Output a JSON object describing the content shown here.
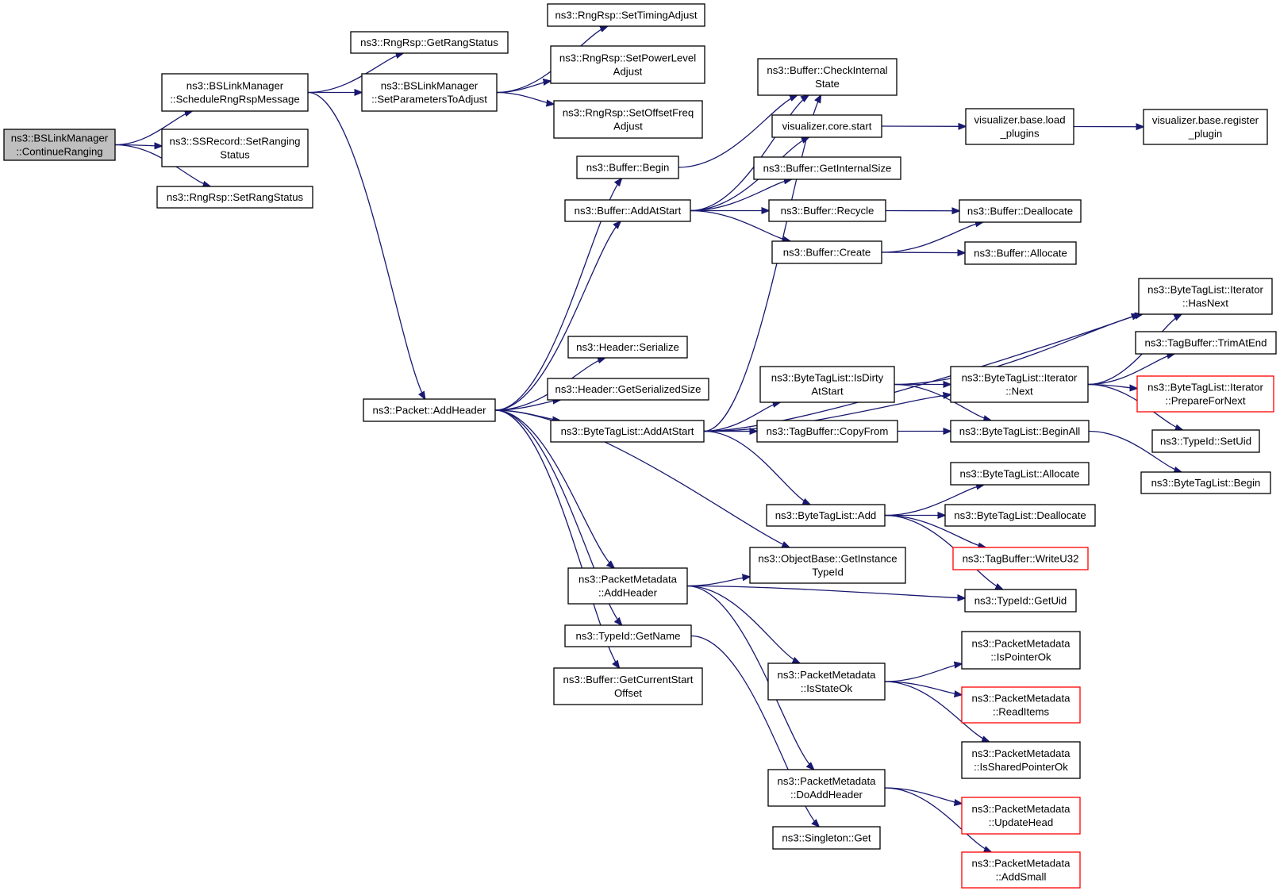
{
  "graph": {
    "nodes": [
      {
        "id": "n0",
        "name": "node-bslinkmanager-continueranging",
        "lines": [
          "ns3::BSLinkManager",
          "::ContinueRanging"
        ],
        "root": true
      },
      {
        "id": "n1",
        "name": "node-bslinkmanager-schedulerngrspmessage",
        "lines": [
          "ns3::BSLinkManager",
          "::ScheduleRngRspMessage"
        ]
      },
      {
        "id": "n2",
        "name": "node-ssrecord-setrangingstatus",
        "lines": [
          "ns3::SSRecord::SetRanging",
          "Status"
        ]
      },
      {
        "id": "n3",
        "name": "node-rngrsp-setrangstatus",
        "lines": [
          "ns3::RngRsp::SetRangStatus"
        ]
      },
      {
        "id": "n4",
        "name": "node-rngrsp-getrangstatus",
        "lines": [
          "ns3::RngRsp::GetRangStatus"
        ]
      },
      {
        "id": "n5",
        "name": "node-bslinkmanager-setparameterstoadjust",
        "lines": [
          "ns3::BSLinkManager",
          "::SetParametersToAdjust"
        ]
      },
      {
        "id": "n6",
        "name": "node-packet-addheader",
        "lines": [
          "ns3::Packet::AddHeader"
        ]
      },
      {
        "id": "n7",
        "name": "node-rngrsp-settimingadjust",
        "lines": [
          "ns3::RngRsp::SetTimingAdjust"
        ]
      },
      {
        "id": "n8",
        "name": "node-rngrsp-setpowerleveladjust",
        "lines": [
          "ns3::RngRsp::SetPowerLevel",
          "Adjust"
        ]
      },
      {
        "id": "n9",
        "name": "node-rngrsp-setoffsetfreqadjust",
        "lines": [
          "ns3::RngRsp::SetOffsetFreq",
          "Adjust"
        ]
      },
      {
        "id": "n10",
        "name": "node-buffer-begin",
        "lines": [
          "ns3::Buffer::Begin"
        ]
      },
      {
        "id": "n11",
        "name": "node-buffer-addatstart",
        "lines": [
          "ns3::Buffer::AddAtStart"
        ]
      },
      {
        "id": "n12",
        "name": "node-header-serialize",
        "lines": [
          "ns3::Header::Serialize"
        ]
      },
      {
        "id": "n13",
        "name": "node-header-getserializedsize",
        "lines": [
          "ns3::Header::GetSerializedSize"
        ]
      },
      {
        "id": "n14",
        "name": "node-bytetaglist-addatstart",
        "lines": [
          "ns3::ByteTagList::AddAtStart"
        ]
      },
      {
        "id": "n15",
        "name": "node-packetmetadata-addheader",
        "lines": [
          "ns3::PacketMetadata",
          "::AddHeader"
        ]
      },
      {
        "id": "n16",
        "name": "node-typeid-getname",
        "lines": [
          "ns3::TypeId::GetName"
        ]
      },
      {
        "id": "n17",
        "name": "node-buffer-getcurrentstartoffset",
        "lines": [
          "ns3::Buffer::GetCurrentStart",
          "Offset"
        ]
      },
      {
        "id": "n18",
        "name": "node-buffer-checkinternalstate",
        "lines": [
          "ns3::Buffer::CheckInternal",
          "State"
        ]
      },
      {
        "id": "n19",
        "name": "node-visualizer-core-start",
        "lines": [
          "visualizer.core.start"
        ]
      },
      {
        "id": "n20",
        "name": "node-buffer-getinternalsize",
        "lines": [
          "ns3::Buffer::GetInternalSize"
        ]
      },
      {
        "id": "n21",
        "name": "node-buffer-recycle",
        "lines": [
          "ns3::Buffer::Recycle"
        ]
      },
      {
        "id": "n22",
        "name": "node-buffer-create",
        "lines": [
          "ns3::Buffer::Create"
        ]
      },
      {
        "id": "n23",
        "name": "node-bytetaglist-isdirtyatstart",
        "lines": [
          "ns3::ByteTagList::IsDirty",
          "AtStart"
        ]
      },
      {
        "id": "n24",
        "name": "node-tagbuffer-copyfrom",
        "lines": [
          "ns3::TagBuffer::CopyFrom"
        ]
      },
      {
        "id": "n25",
        "name": "node-bytetaglist-add",
        "lines": [
          "ns3::ByteTagList::Add"
        ]
      },
      {
        "id": "n26",
        "name": "node-objectbase-getinstancetypeid",
        "lines": [
          "ns3::ObjectBase::GetInstance",
          "TypeId"
        ]
      },
      {
        "id": "n27",
        "name": "node-packetmetadata-isstateok",
        "lines": [
          "ns3::PacketMetadata",
          "::IsStateOk"
        ]
      },
      {
        "id": "n28",
        "name": "node-packetmetadata-doaddheader",
        "lines": [
          "ns3::PacketMetadata",
          "::DoAddHeader"
        ]
      },
      {
        "id": "n29",
        "name": "node-singleton-get",
        "lines": [
          "ns3::Singleton::Get"
        ]
      },
      {
        "id": "n30",
        "name": "node-visualizer-base-load-plugins",
        "lines": [
          "visualizer.base.load",
          "_plugins"
        ]
      },
      {
        "id": "n31",
        "name": "node-buffer-deallocate",
        "lines": [
          "ns3::Buffer::Deallocate"
        ]
      },
      {
        "id": "n32",
        "name": "node-buffer-allocate",
        "lines": [
          "ns3::Buffer::Allocate"
        ]
      },
      {
        "id": "n33",
        "name": "node-bytetaglist-iterator-next",
        "lines": [
          "ns3::ByteTagList::Iterator",
          "::Next"
        ]
      },
      {
        "id": "n34",
        "name": "node-bytetaglist-beginall",
        "lines": [
          "ns3::ByteTagList::BeginAll"
        ]
      },
      {
        "id": "n35",
        "name": "node-bytetaglist-allocate",
        "lines": [
          "ns3::ByteTagList::Allocate"
        ]
      },
      {
        "id": "n36",
        "name": "node-bytetaglist-deallocate",
        "lines": [
          "ns3::ByteTagList::Deallocate"
        ]
      },
      {
        "id": "n37",
        "name": "node-tagbuffer-writeu32",
        "lines": [
          "ns3::TagBuffer::WriteU32"
        ],
        "trunc": true
      },
      {
        "id": "n38",
        "name": "node-typeid-getuid",
        "lines": [
          "ns3::TypeId::GetUid"
        ]
      },
      {
        "id": "n39",
        "name": "node-packetmetadata-ispointerok",
        "lines": [
          "ns3::PacketMetadata",
          "::IsPointerOk"
        ]
      },
      {
        "id": "n40",
        "name": "node-packetmetadata-readitems",
        "lines": [
          "ns3::PacketMetadata",
          "::ReadItems"
        ],
        "trunc": true
      },
      {
        "id": "n41",
        "name": "node-packetmetadata-issharedpointerok",
        "lines": [
          "ns3::PacketMetadata",
          "::IsSharedPointerOk"
        ]
      },
      {
        "id": "n42",
        "name": "node-packetmetadata-updatehead",
        "lines": [
          "ns3::PacketMetadata",
          "::UpdateHead"
        ],
        "trunc": true
      },
      {
        "id": "n43",
        "name": "node-packetmetadata-addsmall",
        "lines": [
          "ns3::PacketMetadata",
          "::AddSmall"
        ],
        "trunc": true
      },
      {
        "id": "n44",
        "name": "node-visualizer-base-register-plugin",
        "lines": [
          "visualizer.base.register",
          "_plugin"
        ]
      },
      {
        "id": "n45",
        "name": "node-bytetaglist-iterator-hasnext",
        "lines": [
          "ns3::ByteTagList::Iterator",
          "::HasNext"
        ]
      },
      {
        "id": "n46",
        "name": "node-tagbuffer-trimatend",
        "lines": [
          "ns3::TagBuffer::TrimAtEnd"
        ]
      },
      {
        "id": "n47",
        "name": "node-bytetaglist-iterator-preparefornext",
        "lines": [
          "ns3::ByteTagList::Iterator",
          "::PrepareForNext"
        ],
        "trunc": true
      },
      {
        "id": "n48",
        "name": "node-typeid-setuid",
        "lines": [
          "ns3::TypeId::SetUid"
        ]
      },
      {
        "id": "n49",
        "name": "node-bytetaglist-begin",
        "lines": [
          "ns3::ByteTagList::Begin"
        ]
      }
    ],
    "edges": [
      [
        "n0",
        "n1"
      ],
      [
        "n0",
        "n2"
      ],
      [
        "n0",
        "n3"
      ],
      [
        "n1",
        "n4"
      ],
      [
        "n1",
        "n5"
      ],
      [
        "n1",
        "n6"
      ],
      [
        "n5",
        "n7"
      ],
      [
        "n5",
        "n8"
      ],
      [
        "n5",
        "n9"
      ],
      [
        "n6",
        "n10"
      ],
      [
        "n6",
        "n11"
      ],
      [
        "n6",
        "n12"
      ],
      [
        "n6",
        "n13"
      ],
      [
        "n6",
        "n14"
      ],
      [
        "n6",
        "n26"
      ],
      [
        "n6",
        "n15"
      ],
      [
        "n6",
        "n16"
      ],
      [
        "n6",
        "n17"
      ],
      [
        "n10",
        "n18"
      ],
      [
        "n11",
        "n18"
      ],
      [
        "n11",
        "n19"
      ],
      [
        "n11",
        "n20"
      ],
      [
        "n11",
        "n21"
      ],
      [
        "n11",
        "n22"
      ],
      [
        "n19",
        "n30"
      ],
      [
        "n30",
        "n44"
      ],
      [
        "n21",
        "n31"
      ],
      [
        "n22",
        "n31"
      ],
      [
        "n22",
        "n32"
      ],
      [
        "n14",
        "n18"
      ],
      [
        "n14",
        "n23"
      ],
      [
        "n14",
        "n24"
      ],
      [
        "n14",
        "n25"
      ],
      [
        "n14",
        "n34"
      ],
      [
        "n14",
        "n45"
      ],
      [
        "n14",
        "n33"
      ],
      [
        "n23",
        "n33"
      ],
      [
        "n23",
        "n34"
      ],
      [
        "n23",
        "n45"
      ],
      [
        "n33",
        "n45"
      ],
      [
        "n33",
        "n46"
      ],
      [
        "n33",
        "n47"
      ],
      [
        "n33",
        "n48"
      ],
      [
        "n34",
        "n49"
      ],
      [
        "n25",
        "n35"
      ],
      [
        "n25",
        "n36"
      ],
      [
        "n25",
        "n37"
      ],
      [
        "n25",
        "n38"
      ],
      [
        "n15",
        "n26"
      ],
      [
        "n15",
        "n38"
      ],
      [
        "n15",
        "n27"
      ],
      [
        "n15",
        "n28"
      ],
      [
        "n27",
        "n39"
      ],
      [
        "n27",
        "n40"
      ],
      [
        "n27",
        "n41"
      ],
      [
        "n28",
        "n42"
      ],
      [
        "n28",
        "n43"
      ],
      [
        "n16",
        "n29"
      ]
    ]
  }
}
